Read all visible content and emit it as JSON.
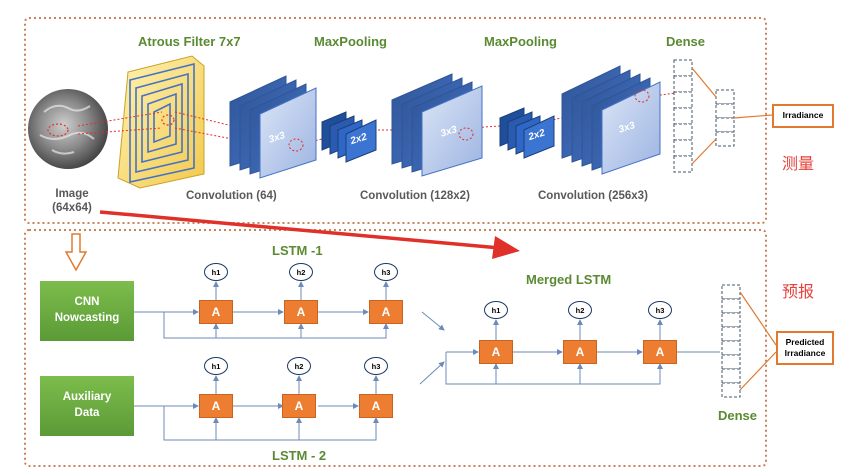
{
  "top": {
    "atrous": "Atrous Filter 7x7",
    "maxpool1": "MaxPooling",
    "maxpool2": "MaxPooling",
    "dense": "Dense",
    "conv64": "Convolution (64)",
    "conv128": "Convolution (128x2)",
    "conv256": "Convolution (256x3)",
    "image": "Image",
    "image_size": "(64x64)",
    "k1": "3x3",
    "k2": "2x2",
    "k3": "3x3",
    "k4": "2x2",
    "k5": "3x3",
    "irradiance": "Irradiance",
    "measure_zh": "测量"
  },
  "bottom": {
    "lstm1": "LSTM -1",
    "lstm2": "LSTM - 2",
    "merged": "Merged LSTM",
    "cnn": "CNN\nNowcasting",
    "aux": "Auxiliary\nData",
    "cell": "A",
    "h1": "h1",
    "h2": "h2",
    "h3": "h3",
    "dense": "Dense",
    "predicted": "Predicted\nIrradiance",
    "forecast_zh": "预报"
  },
  "colors": {
    "frame_dashed": "#c8835a",
    "lstm_cell": "#ed7d31",
    "input_box": "#6aab40",
    "conv_blue": "#4472c4",
    "title_green": "#5a8a32",
    "zh_red": "#e8403c",
    "big_arrow": "#e0302a"
  }
}
